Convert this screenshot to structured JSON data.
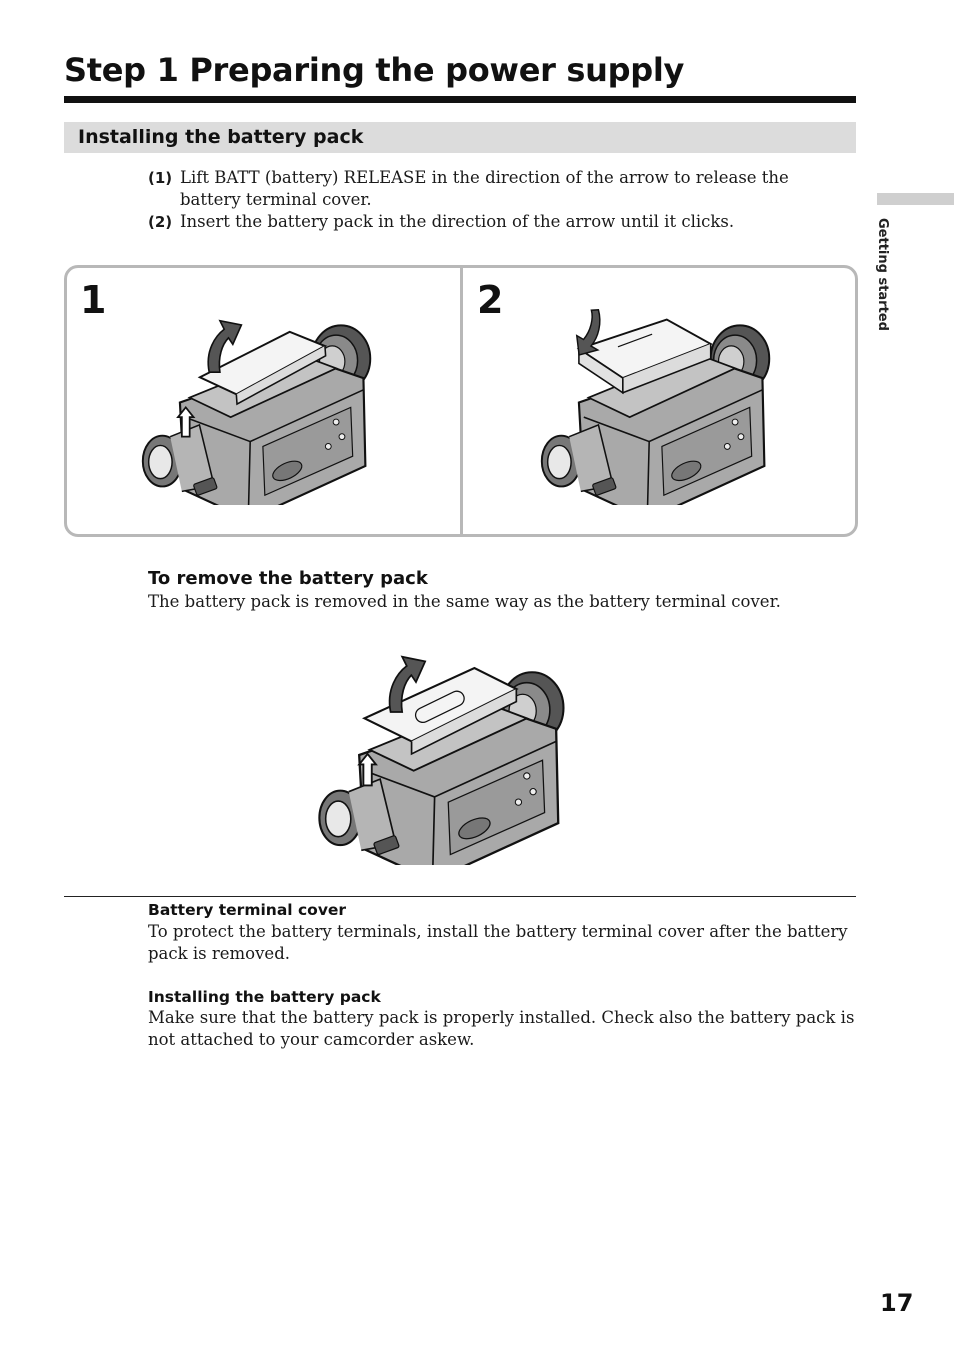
{
  "header": {
    "title": "Step 1  Preparing the power supply"
  },
  "section": {
    "title": "Installing the battery pack",
    "steps": [
      {
        "number": "(1)",
        "text": "Lift BATT (battery) RELEASE in the direction of the arrow to release the battery terminal cover."
      },
      {
        "number": "(2)",
        "text": "Insert the battery pack in the direction of the arrow until it clicks."
      }
    ]
  },
  "figure": {
    "panels": [
      {
        "number": "1",
        "illustration": "camcorder-lift-terminal-cover"
      },
      {
        "number": "2",
        "illustration": "camcorder-insert-battery-pack"
      }
    ]
  },
  "remove": {
    "heading": "To remove the battery pack",
    "text": "The battery pack is removed in the same way as the battery terminal cover.",
    "illustration": "camcorder-remove-battery-pack"
  },
  "notes": [
    {
      "heading": "Battery terminal cover",
      "text": "To protect the battery terminals, install the battery terminal cover after the battery pack is removed."
    },
    {
      "heading": "Installing the battery pack",
      "text": "Make sure that the battery pack is properly installed. Check also the battery pack is not attached to your camcorder askew."
    }
  ],
  "sidebar": {
    "label": "Getting started"
  },
  "footer": {
    "page_number": "17"
  },
  "colors": {
    "section_bar": "#dcdcdc",
    "figure_border": "#b8b8b8",
    "side_tab": "#cfcfcf",
    "camera_body": "#a9a9a9",
    "battery": "#f4f4f4"
  }
}
